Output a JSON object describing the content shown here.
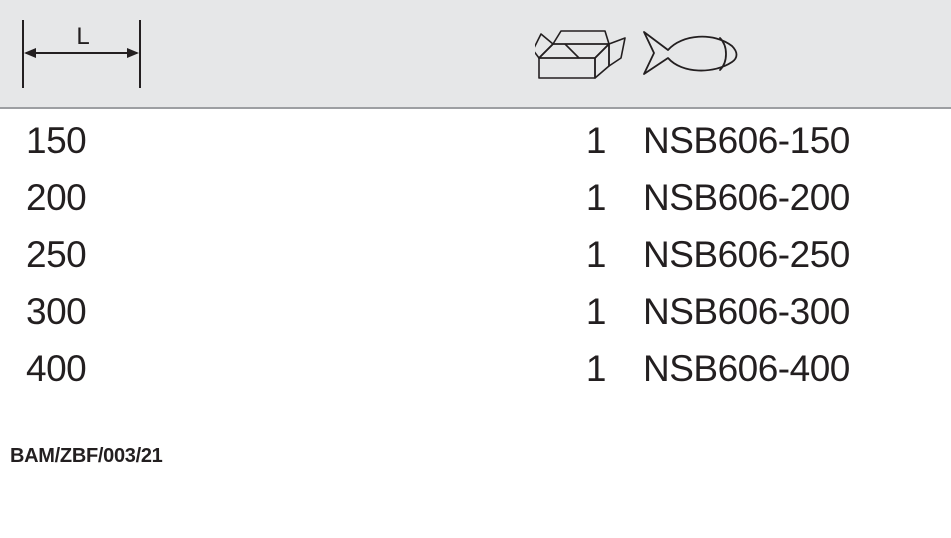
{
  "header": {
    "length_label": "L",
    "icons": [
      "length-dimension-icon",
      "package-icon",
      "fish-icon"
    ]
  },
  "rows": [
    {
      "length": "150",
      "qty": "1",
      "code": "NSB606-150"
    },
    {
      "length": "200",
      "qty": "1",
      "code": "NSB606-200"
    },
    {
      "length": "250",
      "qty": "1",
      "code": "NSB606-250"
    },
    {
      "length": "300",
      "qty": "1",
      "code": "NSB606-300"
    },
    {
      "length": "400",
      "qty": "1",
      "code": "NSB606-400"
    }
  ],
  "footer": {
    "reference": "BAM/ZBF/003/21"
  },
  "colors": {
    "header_bg": "#e6e7e8",
    "header_border": "#9d9fa2",
    "text": "#231f20"
  }
}
